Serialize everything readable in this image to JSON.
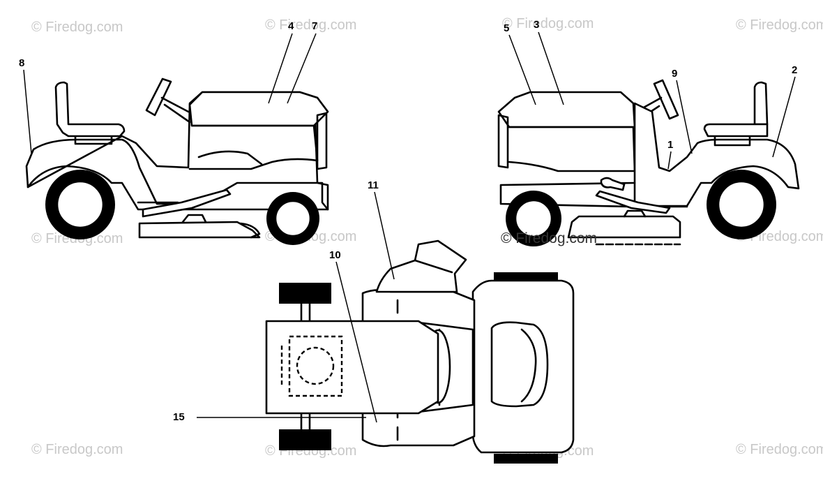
{
  "watermark": {
    "text": "© Firedog.com"
  },
  "callouts": {
    "c1": "1",
    "c2": "2",
    "c3": "3",
    "c4": "4",
    "c5": "5",
    "c7": "7",
    "c8": "8",
    "c9": "9",
    "c10": "10",
    "c11": "11",
    "c15": "15"
  }
}
